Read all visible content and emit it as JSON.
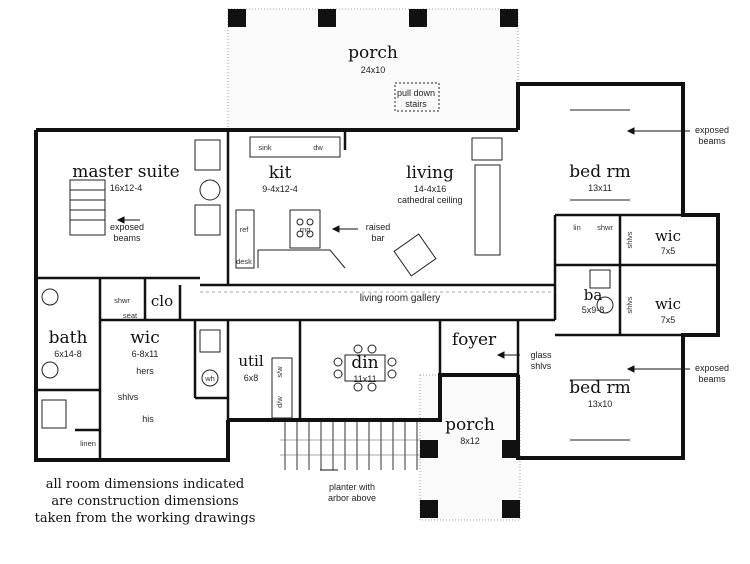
{
  "rooms": {
    "porch_top": {
      "name": "porch",
      "dims": "24x10"
    },
    "pull_down": {
      "line1": "pull down",
      "line2": "stairs"
    },
    "master": {
      "name": "master suite",
      "dims": "16x12-4"
    },
    "exposed_master": {
      "line1": "exposed",
      "line2": "beams"
    },
    "kit": {
      "name": "kit",
      "dims": "9-4x12-4"
    },
    "living": {
      "name": "living",
      "dims": "14-4x16",
      "note": "cathedral ceiling"
    },
    "raised_bar": {
      "line1": "raised",
      "line2": "bar"
    },
    "bed_top": {
      "name": "bed rm",
      "dims": "13x11"
    },
    "exposed_right_top": {
      "line1": "exposed",
      "line2": "beams"
    },
    "wic_top": {
      "name": "wic",
      "dims": "7x5"
    },
    "lin_right": {
      "name": "lin"
    },
    "shwr_right": {
      "name": "shwr"
    },
    "shlvs_right_top": {
      "name": "shlvs"
    },
    "ba": {
      "name": "ba",
      "dims": "5x9-8"
    },
    "wic_mid": {
      "name": "wic",
      "dims": "7x5"
    },
    "shlvs_right_mid": {
      "name": "shlvs"
    },
    "clo": {
      "name": "clo"
    },
    "shwr_left": {
      "name": "shwr"
    },
    "seat": {
      "name": "seat"
    },
    "gallery": {
      "name": "living room gallery"
    },
    "bath": {
      "name": "bath",
      "dims": "6x14-8"
    },
    "wic_left": {
      "name": "wic",
      "dims": "6-8x11",
      "hers": "hers",
      "his": "his",
      "shlvs": "shlvs"
    },
    "linen": {
      "name": "linen"
    },
    "util": {
      "name": "util",
      "dims": "6x8",
      "wh": "wh"
    },
    "sw": {
      "name": "s/w"
    },
    "dry": {
      "name": "d/w"
    },
    "din": {
      "name": "din",
      "dims": "11x11"
    },
    "foyer": {
      "name": "foyer"
    },
    "glass_shlvs": {
      "line1": "glass",
      "line2": "shlvs"
    },
    "bed_bottom": {
      "name": "bed rm",
      "dims": "13x10"
    },
    "exposed_right_bottom": {
      "line1": "exposed",
      "line2": "beams"
    },
    "porch_bottom": {
      "name": "porch",
      "dims": "8x12"
    },
    "planter": {
      "line1": "planter with",
      "line2": "arbor above"
    }
  },
  "fixtures": {
    "sink": "sink",
    "dw": "dw",
    "ref": "ref",
    "rng": "rng",
    "desk": "desk"
  },
  "notes": {
    "line1": "all room dimensions indicated",
    "line2": "are construction dimensions",
    "line3": "taken from the working drawings"
  }
}
